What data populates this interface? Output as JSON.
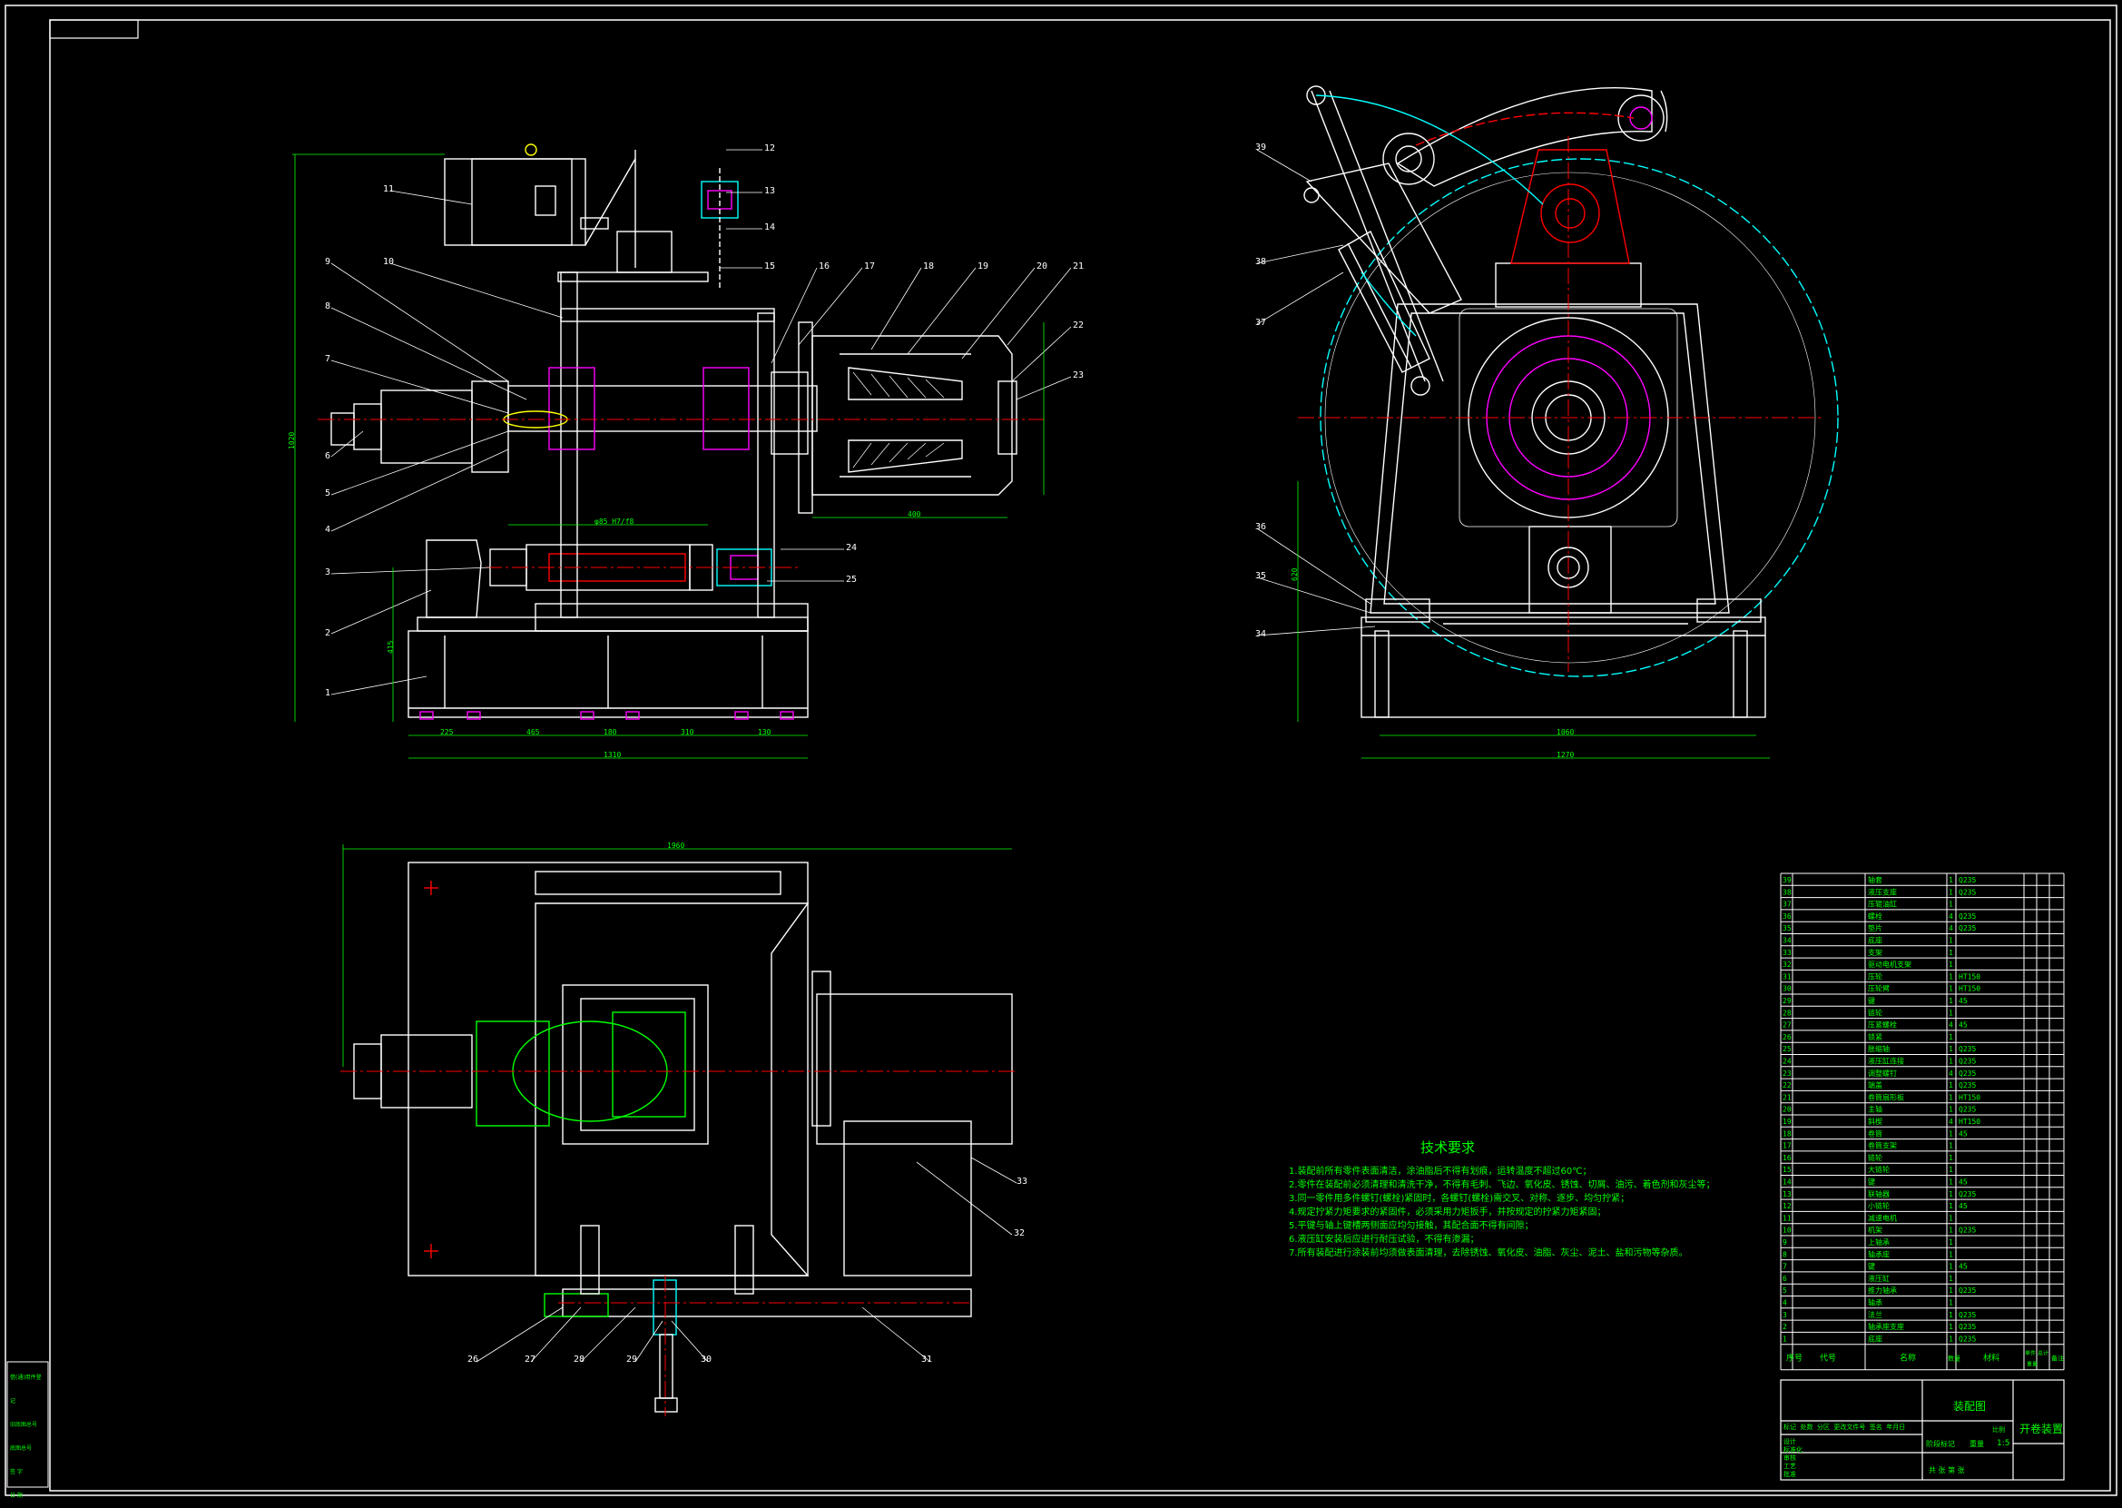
{
  "sheet": {
    "title_zh": "开卷装置",
    "part_group": "装配图",
    "scale": "1:5"
  },
  "technical_requirements": {
    "title": "技术要求",
    "items": [
      "1.装配前所有零件表面清洁，涂油脂后不得有划痕，运转温度不超过60℃；",
      "2.零件在装配前必须清理和清洗干净，不得有毛刺、飞边、氧化皮、锈蚀、切屑、油污、着色剂和灰尘等；",
      "3.同一零件用多件螺钉(螺栓)紧固时，各螺钉(螺栓)需交叉、对称、逐步、均匀拧紧；",
      "4.规定拧紧力矩要求的紧固件，必须采用力矩扳手，并按规定的拧紧力矩紧固；",
      "5.平键与轴上键槽两侧面应均匀接触，其配合面不得有间隙；",
      "6.液压缸安装后应进行耐压试验，不得有渗漏；",
      "7.所有装配进行涂装前均须做表面清理，去除锈蚀、氧化皮、油脂、灰尘、泥土、盐和污物等杂质。"
    ]
  },
  "bom_header": {
    "seq": "序号",
    "code": "代号",
    "name": "名称",
    "qty": "数量",
    "material": "材料",
    "unit_weight": "单件",
    "total_weight": "总计",
    "weight": "重量",
    "remark": "备注"
  },
  "bom_rows": [
    {
      "n": "39",
      "name": "轴套",
      "q": "1",
      "m": "Q235"
    },
    {
      "n": "38",
      "name": "液压支座",
      "q": "1",
      "m": "Q235"
    },
    {
      "n": "37",
      "name": "压辊油缸",
      "q": "1",
      "m": ""
    },
    {
      "n": "36",
      "name": "螺栓",
      "q": "4",
      "m": "Q235"
    },
    {
      "n": "35",
      "name": "垫片",
      "q": "4",
      "m": "Q235"
    },
    {
      "n": "34",
      "name": "底座",
      "q": "1",
      "m": ""
    },
    {
      "n": "33",
      "name": "支架",
      "q": "1",
      "m": ""
    },
    {
      "n": "32",
      "name": "驱动电机支架",
      "q": "1",
      "m": ""
    },
    {
      "n": "31",
      "name": "压轮",
      "q": "1",
      "m": "HT150"
    },
    {
      "n": "30",
      "name": "压轮臂",
      "q": "1",
      "m": "HT150"
    },
    {
      "n": "29",
      "name": "键",
      "q": "1",
      "m": "45"
    },
    {
      "n": "28",
      "name": "链轮",
      "q": "1",
      "m": ""
    },
    {
      "n": "27",
      "name": "压紧螺栓",
      "q": "4",
      "m": "45"
    },
    {
      "n": "26",
      "name": "锁紧",
      "q": "1",
      "m": ""
    },
    {
      "n": "25",
      "name": "胀缩轴",
      "q": "1",
      "m": "Q235"
    },
    {
      "n": "24",
      "name": "液压缸连接",
      "q": "1",
      "m": "Q235"
    },
    {
      "n": "23",
      "name": "调整螺钉",
      "q": "4",
      "m": "Q235"
    },
    {
      "n": "22",
      "name": "端盖",
      "q": "1",
      "m": "Q235"
    },
    {
      "n": "21",
      "name": "卷筒扇形板",
      "q": "1",
      "m": "HT150"
    },
    {
      "n": "20",
      "name": "主轴",
      "q": "1",
      "m": "Q235"
    },
    {
      "n": "19",
      "name": "斜楔",
      "q": "4",
      "m": "HT150"
    },
    {
      "n": "18",
      "name": "卷筒",
      "q": "1",
      "m": "45"
    },
    {
      "n": "17",
      "name": "卷筒支架",
      "q": "1",
      "m": ""
    },
    {
      "n": "16",
      "name": "链轮",
      "q": "1",
      "m": ""
    },
    {
      "n": "15",
      "name": "大链轮",
      "q": "1",
      "m": ""
    },
    {
      "n": "14",
      "name": "键",
      "q": "1",
      "m": "45"
    },
    {
      "n": "13",
      "name": "联轴器",
      "q": "1",
      "m": "Q235"
    },
    {
      "n": "12",
      "name": "小链轮",
      "q": "1",
      "m": "45"
    },
    {
      "n": "11",
      "name": "减速电机",
      "q": "1",
      "m": ""
    },
    {
      "n": "10",
      "name": "机架",
      "q": "1",
      "m": "Q235"
    },
    {
      "n": "9",
      "name": "上轴承",
      "q": "1",
      "m": ""
    },
    {
      "n": "8",
      "name": "轴承座",
      "q": "1",
      "m": ""
    },
    {
      "n": "7",
      "name": "键",
      "q": "1",
      "m": "45"
    },
    {
      "n": "6",
      "name": "液压缸",
      "q": "1",
      "m": ""
    },
    {
      "n": "5",
      "name": "推力轴承",
      "q": "1",
      "m": "Q235"
    },
    {
      "n": "4",
      "name": "轴承",
      "q": "1",
      "m": ""
    },
    {
      "n": "3",
      "name": "法兰",
      "q": "1",
      "m": "Q235"
    },
    {
      "n": "2",
      "name": "轴承座支座",
      "q": "1",
      "m": "Q235"
    },
    {
      "n": "1",
      "name": "底座",
      "q": "1",
      "m": "Q235"
    }
  ],
  "title_block": {
    "mark": "标记",
    "count": "处数",
    "zone": "分区",
    "change_doc": "更改文件号",
    "sign": "签名",
    "date": "年月日",
    "stage_mark": "阶段标记",
    "weight": "重量",
    "scale_label": "比例",
    "design": "设计",
    "standard": "标准化",
    "review": "审核",
    "process": "工艺",
    "approve": "批准",
    "sheet": "共 张 第 张"
  },
  "left_stamp": [
    "借(通)用件登记",
    "旧底图总号",
    "底图总号",
    "签 字",
    "日 期"
  ],
  "top_tab": "",
  "balloons": {
    "front": [
      "1",
      "2",
      "3",
      "4",
      "5",
      "6",
      "7",
      "8",
      "9",
      "10",
      "11",
      "12",
      "13",
      "14",
      "15",
      "16",
      "17",
      "18",
      "19",
      "20",
      "21",
      "22",
      "23",
      "24",
      "25"
    ],
    "side": [
      "39",
      "38",
      "37",
      "36",
      "35",
      "34"
    ],
    "top": [
      "26",
      "27",
      "28",
      "29",
      "30",
      "31",
      "32",
      "33"
    ]
  },
  "dimensions": {
    "front_bottom": [
      "225",
      "465",
      "180",
      "310",
      "130"
    ],
    "front_total": "1310",
    "front_height": "1020",
    "front_h2": "415",
    "front_mid": "φ85 H7/f8",
    "front_drum": "400",
    "side_bottom_inner": "1060",
    "side_bottom_outer": "1270",
    "side_height": "620",
    "top_total": "1960"
  },
  "colors": {
    "line": "#ffffff",
    "dim": "#00ff00",
    "center": "#ff0000",
    "cyan": "#00ffff",
    "magenta": "#ff00ff",
    "yellow": "#ffff00",
    "bg": "#000000"
  }
}
